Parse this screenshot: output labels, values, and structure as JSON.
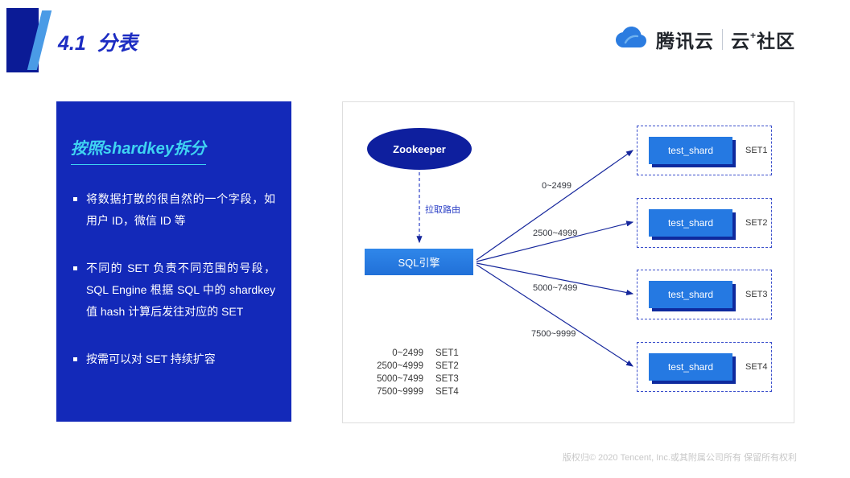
{
  "colors": {
    "title_blue": "#1c2cc2",
    "panel_blue": "#1329b9",
    "heading_cyan": "#3fd4f2",
    "node_navy": "#0e1f9e",
    "node_blue": "#2579e2",
    "arrow_navy": "#16279c",
    "brand_blue": "#2b7ce0"
  },
  "header": {
    "title_number": "4.1",
    "title_text": "分表",
    "logo": {
      "brand": "腾讯云",
      "community_prefix": "云",
      "community_plus": "+",
      "community_suffix": "社区"
    }
  },
  "panel": {
    "heading": "按照shardkey拆分",
    "bullets": [
      "将数据打散的很自然的一个字段，如用户 ID，微信 ID 等",
      "不同的 SET 负责不同范围的号段，SQL Engine 根据 SQL 中的 shardkey 值 hash 计算后发往对应的 SET",
      "按需可以对 SET 持续扩容"
    ]
  },
  "diagram": {
    "zookeeper_label": "Zookeeper",
    "route_label": "拉取路由",
    "sql_engine_label": "SQL引擎",
    "shards": [
      {
        "name": "test_shard",
        "set": "SET1",
        "range": "0~2499"
      },
      {
        "name": "test_shard",
        "set": "SET2",
        "range": "2500~4999"
      },
      {
        "name": "test_shard",
        "set": "SET3",
        "range": "5000~7499"
      },
      {
        "name": "test_shard",
        "set": "SET4",
        "range": "7500~9999"
      }
    ]
  },
  "footer": {
    "copyright": "版权归© 2020 Tencent, Inc.或其附属公司所有 保留所有权利"
  }
}
